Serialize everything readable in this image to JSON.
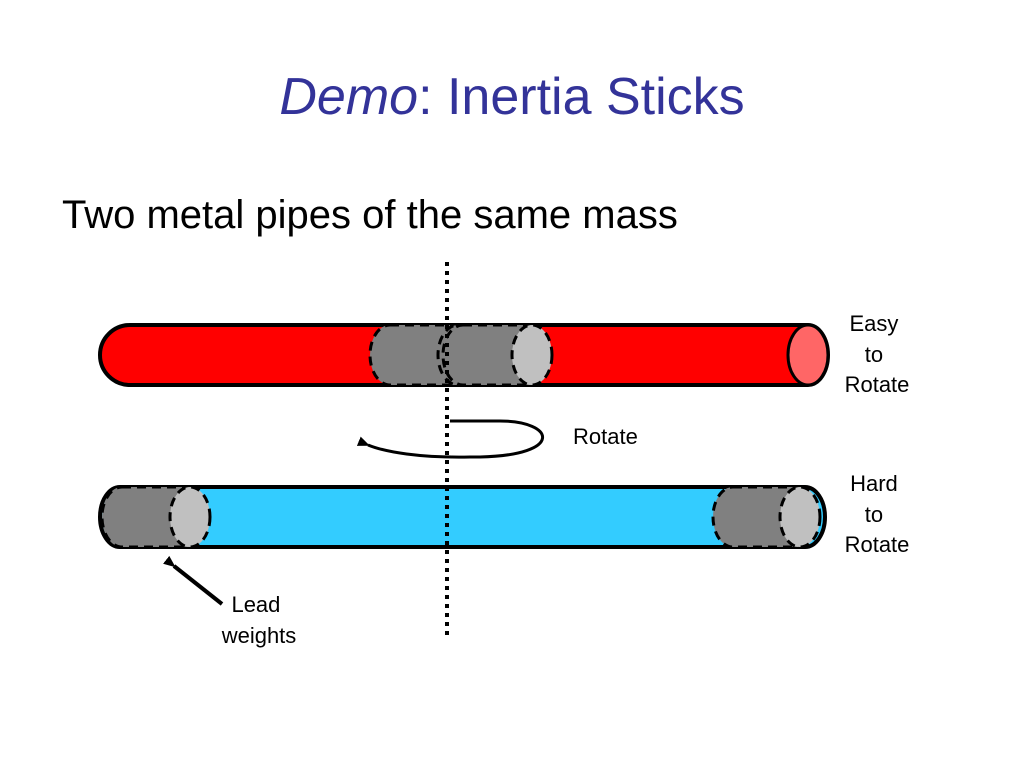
{
  "slide": {
    "title_emphasis": "Demo",
    "title_rest": ": Inertia Sticks",
    "subtitle": "Two metal pipes of the same mass"
  },
  "diagram": {
    "top_pipe_label": [
      "Easy",
      "to",
      "Rotate"
    ],
    "bottom_pipe_label": [
      "Hard",
      "to",
      "Rotate"
    ],
    "rotate_label": "Rotate",
    "weights_label": [
      "Lead",
      "weights"
    ]
  },
  "colors": {
    "title": "#333399",
    "top_pipe": "#FF0000",
    "top_pipe_end": "#FF6666",
    "bottom_pipe": "#33CCFF",
    "weight": "#808080",
    "weight_end": "#C0C0C0"
  }
}
